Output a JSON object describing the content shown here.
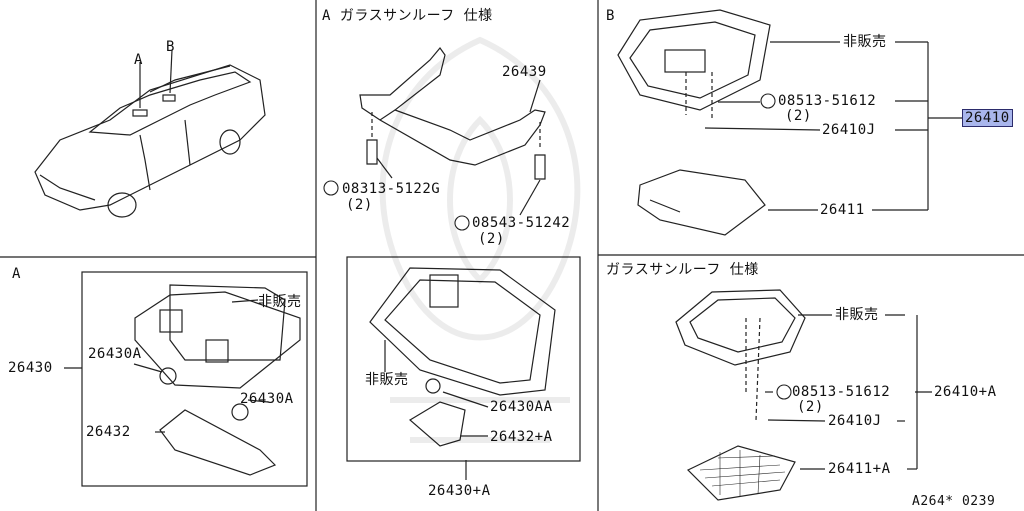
{
  "diagram": {
    "footer_code": "A264* 0239",
    "panels": {
      "car": {
        "label_a": "A",
        "label_b": "B"
      },
      "a_glass": {
        "title": "A ガラスサンルーフ 仕様",
        "part_bracket": "26439",
        "screw1": "08313-5122G",
        "screw1_qty": "(2)",
        "screw2": "08543-51242",
        "screw2_qty": "(2)"
      },
      "b_top": {
        "title": "B",
        "not_sold": "非販売",
        "screw": "08513-51612",
        "screw_qty": "(2)",
        "bulb": "26410J",
        "lens": "26411",
        "assembly": "26410"
      },
      "a_bottom": {
        "title": "A",
        "not_sold": "非販売",
        "assembly": "26430",
        "bulb1": "26430A",
        "bulb2": "26430A",
        "lens": "26432"
      },
      "center_bottom": {
        "not_sold": "非販売",
        "bulb": "26430AA",
        "lens": "26432+A",
        "assembly": "26430+A"
      },
      "glass_bottom": {
        "title": "ガラスサンルーフ 仕様",
        "not_sold": "非販売",
        "screw": "08513-51612",
        "screw_qty": "(2)",
        "bulb": "26410J",
        "lens": "26411+A",
        "assembly": "26410+A"
      }
    }
  }
}
